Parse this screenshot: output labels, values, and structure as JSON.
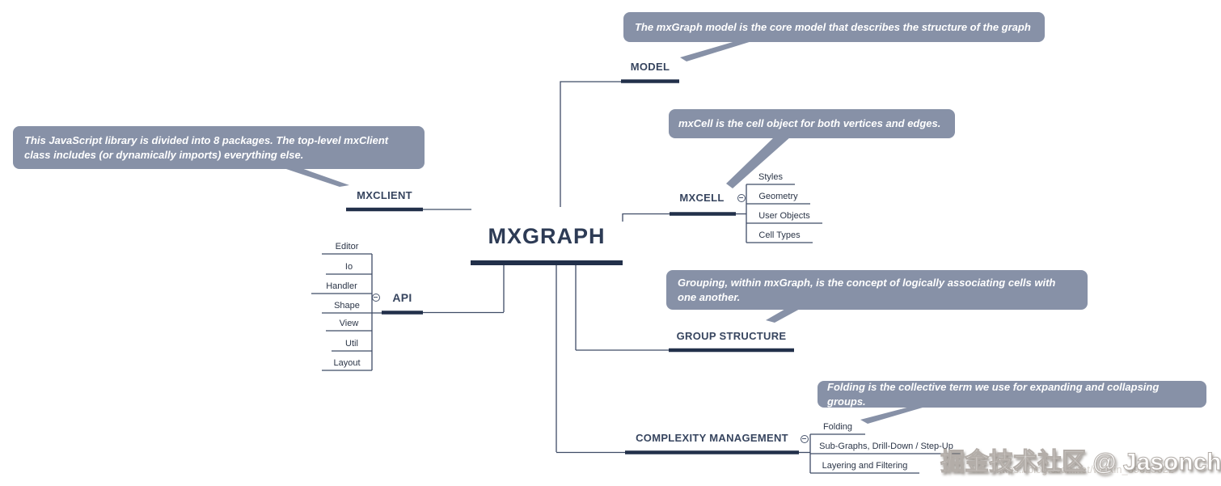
{
  "colors": {
    "background": "#ffffff",
    "bar": "#22304a",
    "line": "#3f4c66",
    "callout_bg": "#8791a7",
    "callout_text": "#ffffff",
    "node_text": "#37455f",
    "root_text": "#2d3b55",
    "child_text": "#2b3547",
    "watermark_text": "#ffffff"
  },
  "root_label": "MXGRAPH",
  "topics": {
    "model": {
      "label": "MODEL"
    },
    "mxcell": {
      "label": "MXCELL",
      "children": [
        "Styles",
        "Geometry",
        "User Objects",
        "Cell Types"
      ]
    },
    "mxclient": {
      "label": "MXCLIENT"
    },
    "api": {
      "label": "API",
      "children": [
        "Editor",
        "Io",
        "Handler",
        "Shape",
        "View",
        "Util",
        "Layout"
      ]
    },
    "group_structure": {
      "label": "GROUP STRUCTURE"
    },
    "complexity_management": {
      "label": "COMPLEXITY MANAGEMENT",
      "children": [
        "Folding",
        "Sub-Graphs, Drill-Down / Step-Up",
        "Layering and Filtering"
      ]
    }
  },
  "callouts": {
    "model": "The mxGraph model is the core model that describes the structure of the graph",
    "mxcell": "mxCell is the cell object for both vertices and edges.",
    "mxclient": "This JavaScript library is divided into 8 packages.  The top-level mxClient class includes (or dynamically imports) everything else.",
    "group_structure": "Grouping, within mxGraph, is the concept of logically associating cells with one another.",
    "folding": "Folding is the collective term we use for expanding and collapsing groups."
  },
  "watermark": {
    "text": "掘金技术社区 @ Jasonchen",
    "url": "https://blog.csdn.net/weixin_39025622"
  }
}
